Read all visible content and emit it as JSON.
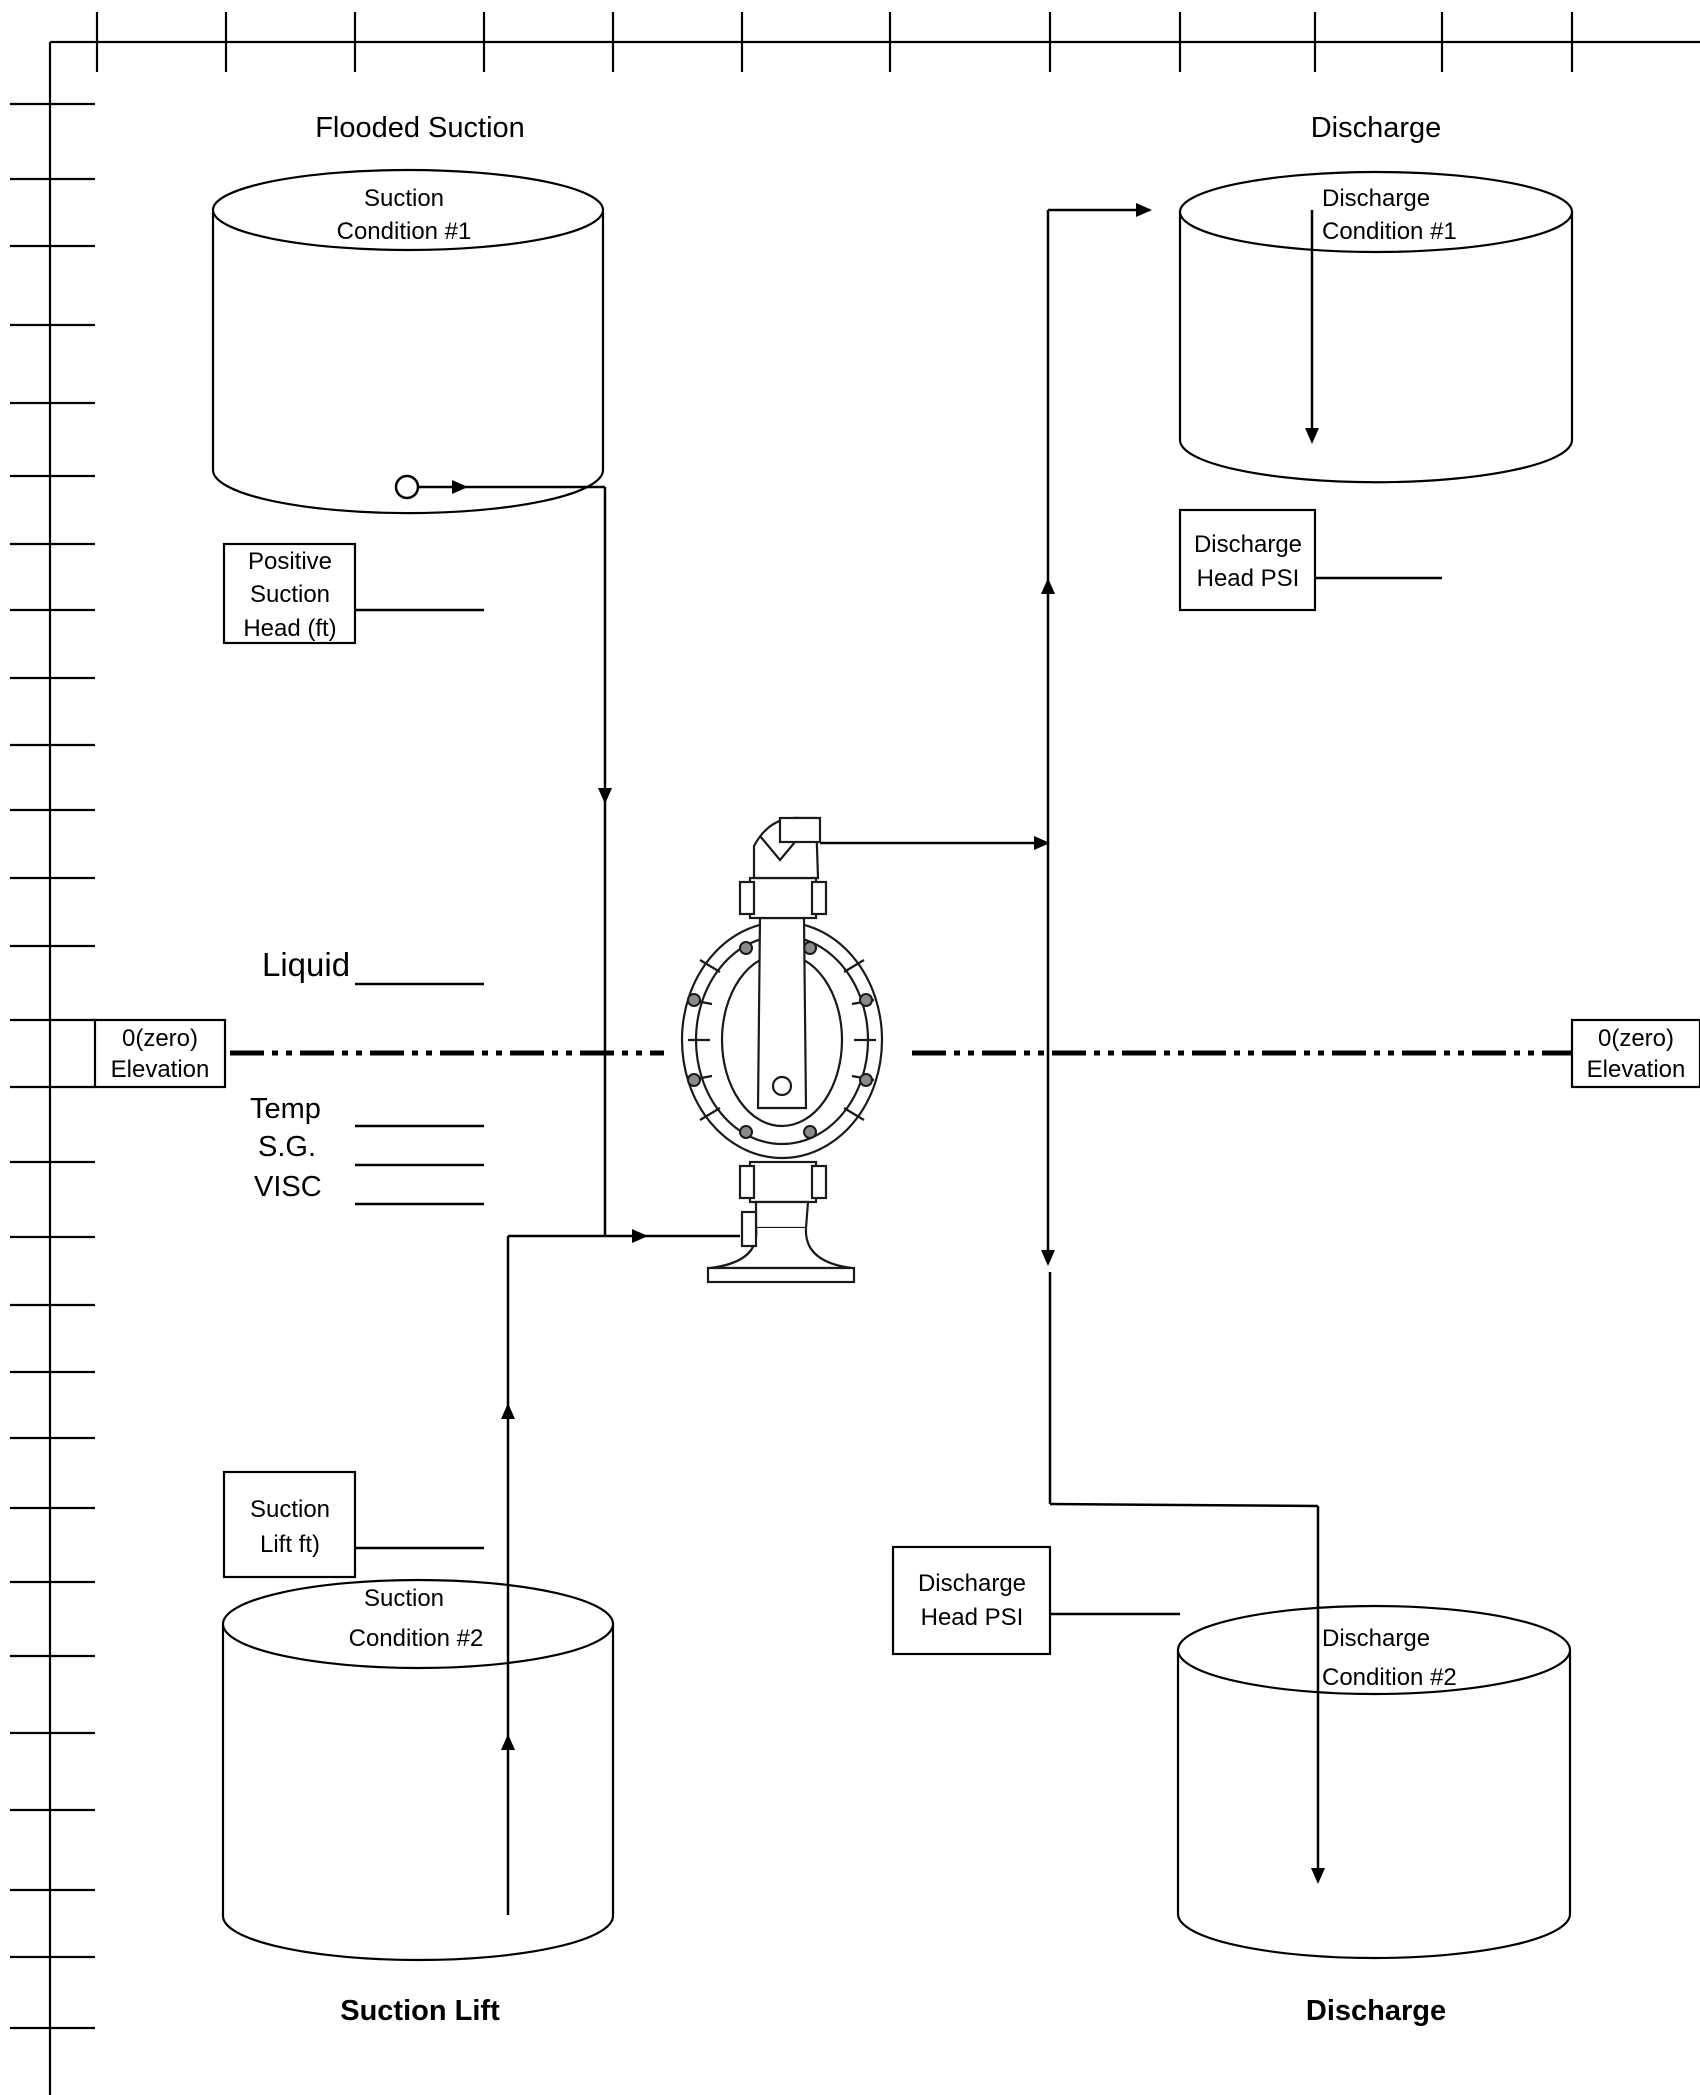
{
  "sections": {
    "top_left": "Flooded Suction",
    "top_right": "Discharge",
    "bottom_left": "Suction Lift",
    "bottom_right": "Discharge"
  },
  "tanks": {
    "suction1": {
      "line1": "Suction",
      "line2": "Condition #1"
    },
    "discharge1": {
      "line1": "Discharge",
      "line2": "Condition #1"
    },
    "suction2": {
      "line1": "Suction",
      "line2": "Condition #2"
    },
    "discharge2": {
      "line1": "Discharge",
      "line2": "Condition #2"
    }
  },
  "boxes": {
    "positive_suction_head": {
      "line1": "Positive",
      "line2": "Suction",
      "line3": "Head (ft)"
    },
    "discharge_head_top": {
      "line1": "Discharge",
      "line2": "Head PSI"
    },
    "suction_lift": {
      "line1": "Suction",
      "line2": "Lift ft)"
    },
    "discharge_head_bottom": {
      "line1": "Discharge",
      "line2": "Head PSI"
    },
    "elevation_left": {
      "line1": "0(zero)",
      "line2": "Elevation"
    },
    "elevation_right": {
      "line1": "0(zero)",
      "line2": "Elevation"
    }
  },
  "fields": {
    "liquid": "Liquid",
    "temp": "Temp",
    "sg": "S.G.",
    "visc": "VISC"
  }
}
